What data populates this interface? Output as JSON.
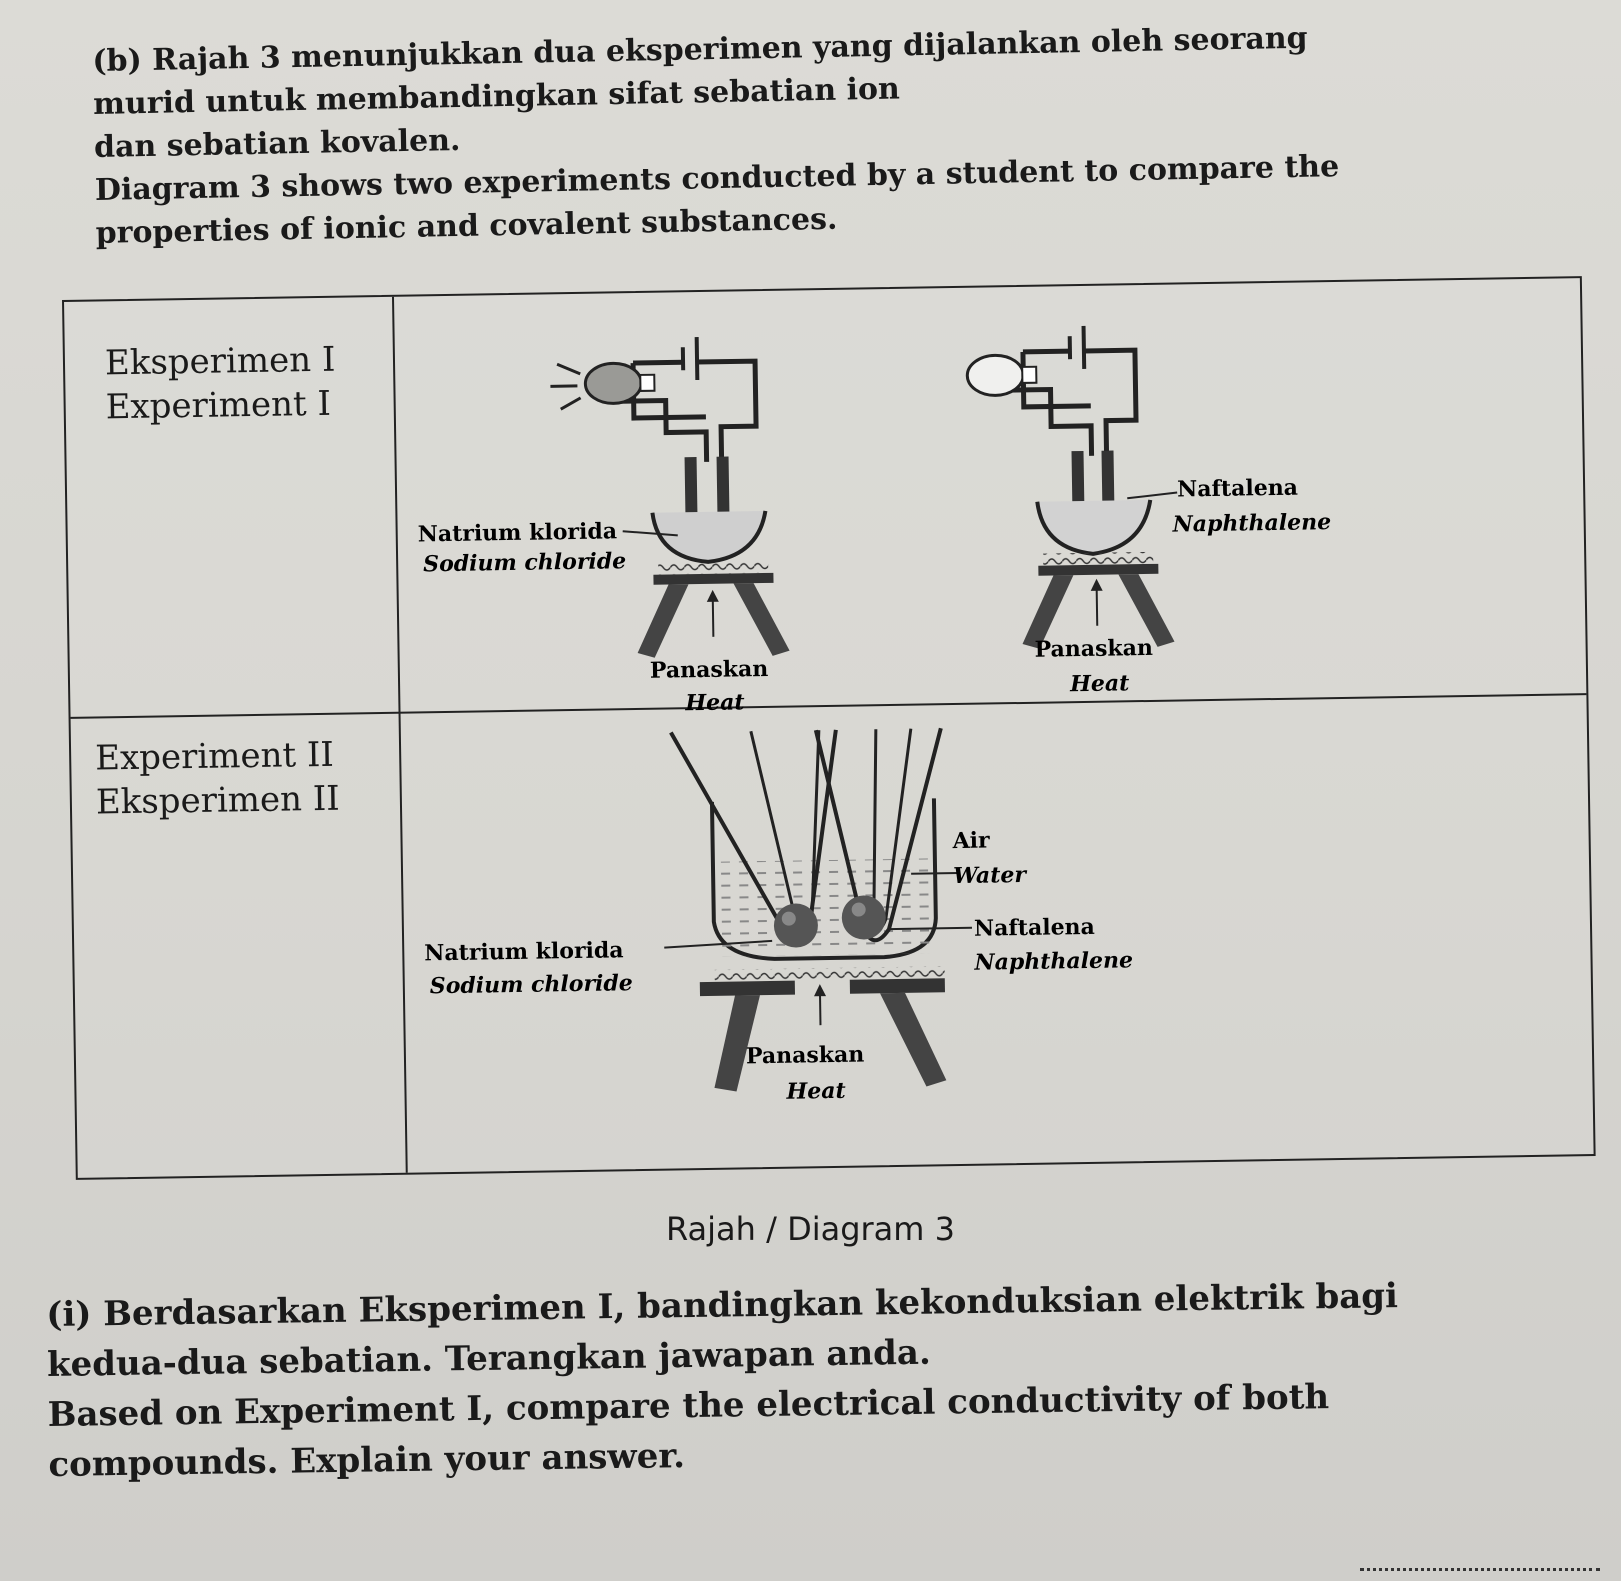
{
  "intro": {
    "line1": "(b) Rajah 3 menunjukkan dua eksperimen yang dijalankan oleh seorang",
    "line2": "murid untuk membandingkan sifat sebatian ion",
    "line3": "dan sebatian kovalen.",
    "line4": "Diagram 3 shows two experiments conducted by a student to compare the",
    "line5": "properties of ionic and covalent substances."
  },
  "experiment1": {
    "label_ms": "Eksperimen I",
    "label_en": "Experiment I",
    "left_substance_ms": "Natrium klorida",
    "left_substance_en": "Sodium chloride",
    "right_substance_ms": "Naftalena",
    "right_substance_en": "Naphthalene",
    "left_heat_ms": "Panaskan",
    "left_heat_en": "Heat",
    "right_heat_ms": "Panaskan",
    "right_heat_en": "Heat"
  },
  "experiment2": {
    "label_en": "Experiment II",
    "label_ms": "Eksperimen II",
    "water_ms": "Air",
    "water_en": "Water",
    "left_substance_ms": "Natrium klorida",
    "left_substance_en": "Sodium chloride",
    "right_substance_ms": "Naftalena",
    "right_substance_en": "Naphthalene",
    "heat_ms": "Panaskan",
    "heat_en": "Heat"
  },
  "caption": "Rajah / Diagram 3",
  "question": {
    "line1": "(i) Berdasarkan Eksperimen I, bandingkan kekonduksian elektrik bagi",
    "line2": "kedua-dua sebatian. Terangkan jawapan anda.",
    "line3": "Based on Experiment I, compare the electrical conductivity of both",
    "line4": "compounds. Explain your answer."
  }
}
